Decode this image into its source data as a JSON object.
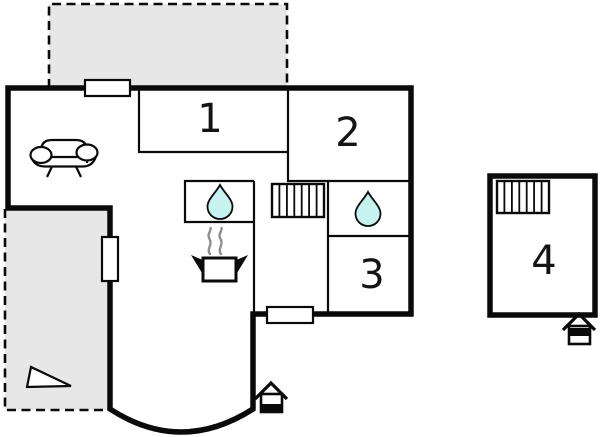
{
  "colors": {
    "wall": "#0a0a0a",
    "terrace_fill": "#e7e7e7",
    "door_fill": "#ffffff",
    "water_drop": "#c6f2f0",
    "steam": "#8e8e8e"
  },
  "floor_plan": {
    "type": "holiday-home floor plan",
    "rooms": [
      {
        "number": "1"
      },
      {
        "number": "2"
      },
      {
        "number": "3"
      },
      {
        "number": "4"
      }
    ],
    "icons": [
      "sofa-icon",
      "water-drop-icon (left bathroom)",
      "water-drop-icon (right bathroom)",
      "stove-icon",
      "stairs-icon (main house)",
      "stairs-icon (annex)",
      "triangle-icon (lower terrace)",
      "entrance-house-icon (main house)",
      "entrance-house-icon (annex)"
    ],
    "areas": [
      "upper terrace (dashed)",
      "lower terrace (dashed)",
      "main building",
      "annex building"
    ]
  }
}
